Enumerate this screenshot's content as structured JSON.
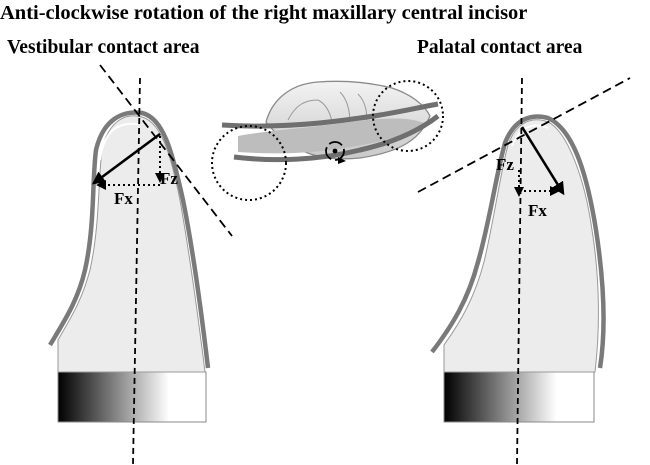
{
  "title": "Anti-clockwise rotation of the right maxillary central incisor",
  "left_panel": {
    "label": "Vestibular contact area",
    "force_x": "Fx",
    "force_z": "Fz"
  },
  "right_panel": {
    "label": "Palatal contact area",
    "force_x": "Fx",
    "force_z": "Fz"
  }
}
